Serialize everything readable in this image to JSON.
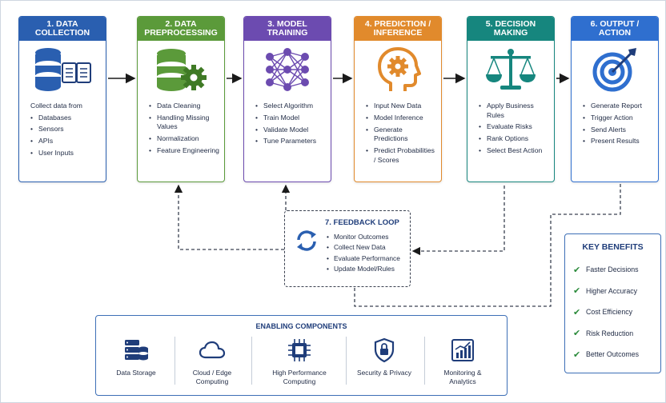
{
  "stages": [
    {
      "title": "1. DATA COLLECTION",
      "intro": "Collect data from",
      "items": [
        "Databases",
        "Sensors",
        "APIs",
        "User Inputs"
      ],
      "color": "#2a5fb0",
      "icon": "database-documents-icon"
    },
    {
      "title": "2. DATA PREPROCESSING",
      "intro": "",
      "items": [
        "Data Cleaning",
        "Handling Missing Values",
        "Normalization",
        "Feature Engineering"
      ],
      "color": "#5b9a3a",
      "icon": "database-gear-icon"
    },
    {
      "title": "3. MODEL TRAINING",
      "intro": "",
      "items": [
        "Select Algorithm",
        "Train Model",
        "Validate Model",
        "Tune Parameters"
      ],
      "color": "#6c4bb0",
      "icon": "neural-network-icon"
    },
    {
      "title": "4. PREDICTION / INFERENCE",
      "intro": "",
      "items": [
        "Input New Data",
        "Model Inference",
        "Generate Predictions",
        "Predict Probabilities / Scores"
      ],
      "color": "#e18a2c",
      "icon": "head-gear-icon"
    },
    {
      "title": "5. DECISION MAKING",
      "intro": "",
      "items": [
        "Apply Business Rules",
        "Evaluate Risks",
        "Rank Options",
        "Select Best Action"
      ],
      "color": "#16867e",
      "icon": "scales-icon"
    },
    {
      "title": "6. OUTPUT / ACTION",
      "intro": "",
      "items": [
        "Generate Report",
        "Trigger Action",
        "Send Alerts",
        "Present Results"
      ],
      "color": "#2f6fcf",
      "icon": "target-icon"
    }
  ],
  "feedback": {
    "title": "7. FEEDBACK LOOP",
    "items": [
      "Monitor Outcomes",
      "Collect New Data",
      "Evaluate Performance",
      "Update Model/Rules"
    ],
    "icon": "refresh-cycle-icon"
  },
  "benefits": {
    "title": "KEY BENEFITS",
    "items": [
      "Faster Decisions",
      "Higher Accuracy",
      "Cost Efficiency",
      "Risk Reduction",
      "Better Outcomes"
    ],
    "check_color": "#2a8a3a"
  },
  "enabling": {
    "title": "ENABLING COMPONENTS",
    "components": [
      {
        "label": "Data Storage",
        "icon": "server-storage-icon"
      },
      {
        "label": "Cloud / Edge Computing",
        "icon": "cloud-icon"
      },
      {
        "label": "High Performance Computing",
        "icon": "cpu-chip-icon"
      },
      {
        "label": "Security & Privacy",
        "icon": "shield-lock-icon"
      },
      {
        "label": "Monitoring & Analytics",
        "icon": "analytics-chart-icon"
      }
    ]
  }
}
